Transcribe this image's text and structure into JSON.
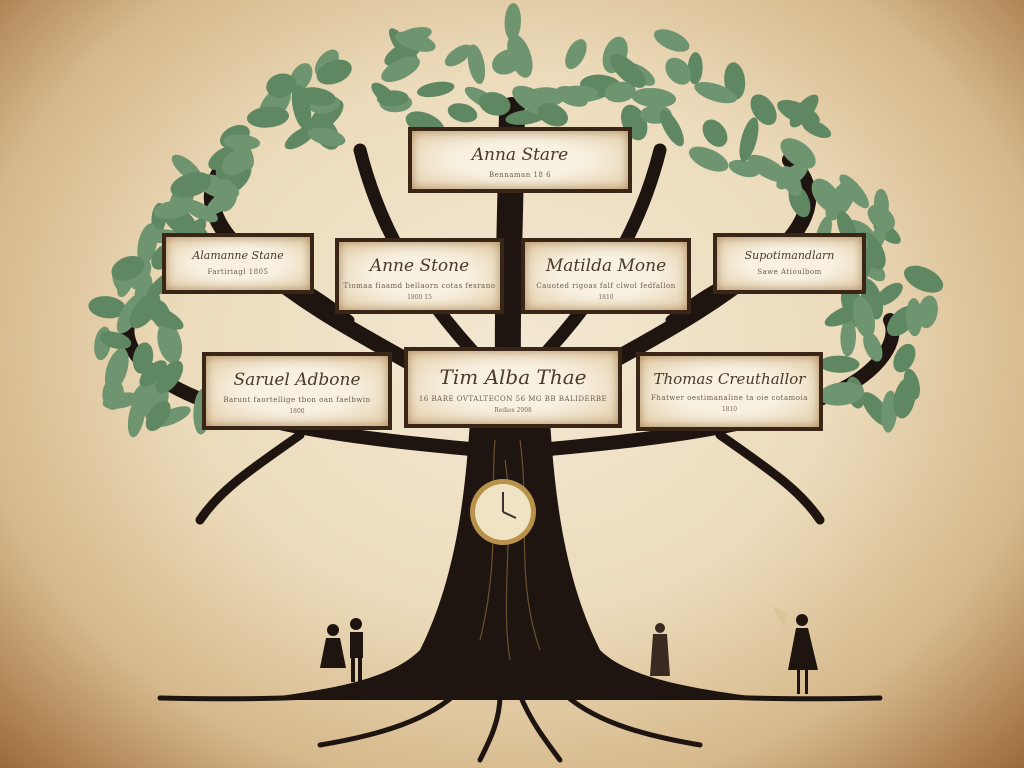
{
  "cards": [
    {
      "name": "Anna Stare",
      "detail": "Bennaman 18 6",
      "detail2": ""
    },
    {
      "name": "Alamanne Stane",
      "detail": "Fartiriagl 1805",
      "detail2": ""
    },
    {
      "name": "Anne Stone",
      "detail": "Tiomaa fiaamd bellaorn cotas fesrano",
      "detail2": "1800 15"
    },
    {
      "name": "Matilda Mone",
      "detail": "Cauoted rigoas falf clwol fedfallon",
      "detail2": "1810"
    },
    {
      "name": "Supotimandlarn",
      "detail": "Sawe Atioulbom",
      "detail2": ""
    },
    {
      "name": "Saruel Adbone",
      "detail": "Barunt faortellige tbon oan faelbwin",
      "detail2": "1800"
    },
    {
      "name": "Tim Alba Thae",
      "detail": "16 BARE OVTALTECON 56 MG BB BALIDERBE",
      "detail2": "Redios 2908"
    },
    {
      "name": "Thomas Creuthallor",
      "detail": "Fhatwer oestimanaline ta oie cotamoia",
      "detail2": "1810"
    }
  ],
  "colors": {
    "parchment": "#efe2c8",
    "trunk": "#1e1410",
    "leaf": "#6f9470",
    "frame": "#3a2616",
    "clock": "#c9a25a"
  }
}
